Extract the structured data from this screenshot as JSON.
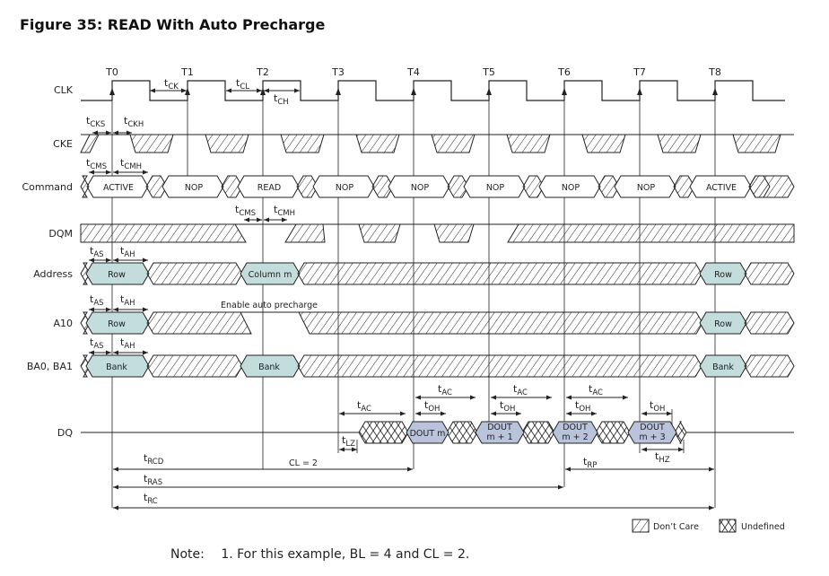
{
  "title": "Figure 35: READ With Auto Precharge",
  "clock_edges": [
    "T0",
    "T1",
    "T2",
    "T3",
    "T4",
    "T5",
    "T6",
    "T7",
    "T8"
  ],
  "signals": [
    "CLK",
    "CKE",
    "Command",
    "DQM",
    "Address",
    "A10",
    "BA0, BA1",
    "DQ"
  ],
  "command_values": [
    "ACTIVE",
    "NOP",
    "READ",
    "NOP",
    "NOP",
    "NOP",
    "NOP",
    "NOP",
    "ACTIVE"
  ],
  "address_values": {
    "row": "Row",
    "column": "Column m"
  },
  "a10_values": {
    "row": "Row",
    "annotation": "Enable auto precharge"
  },
  "bank_values": {
    "bank": "Bank"
  },
  "dq_values": [
    [
      "DOUT",
      "m"
    ],
    [
      "DOUT",
      "m + 1"
    ],
    [
      "DOUT",
      "m + 2"
    ],
    [
      "DOUT",
      "m + 3"
    ]
  ],
  "timing_labels": {
    "tCK": "CK",
    "tCL": "CL",
    "tCH": "CH",
    "tCKS": "CKS",
    "tCKH": "CKH",
    "tCMS": "CMS",
    "tCMH": "CMH",
    "tAS": "AS",
    "tAH": "AH",
    "tAC": "AC",
    "tOH": "OH",
    "tLZ": "LZ",
    "tHZ": "HZ",
    "tRCD": "RCD",
    "tRP": "RP",
    "tRAS": "RAS",
    "tRC": "RC"
  },
  "cl_label": "CL = 2",
  "legend": {
    "dont_care": "Don’t Care",
    "undefined": "Undefined"
  },
  "note": {
    "label": "Note:",
    "text": "1.  For this example, BL = 4 and CL = 2."
  },
  "colors": {
    "address_fill": "#c3dcdc",
    "data_fill": "#b9c4dc",
    "line": "#222222"
  }
}
